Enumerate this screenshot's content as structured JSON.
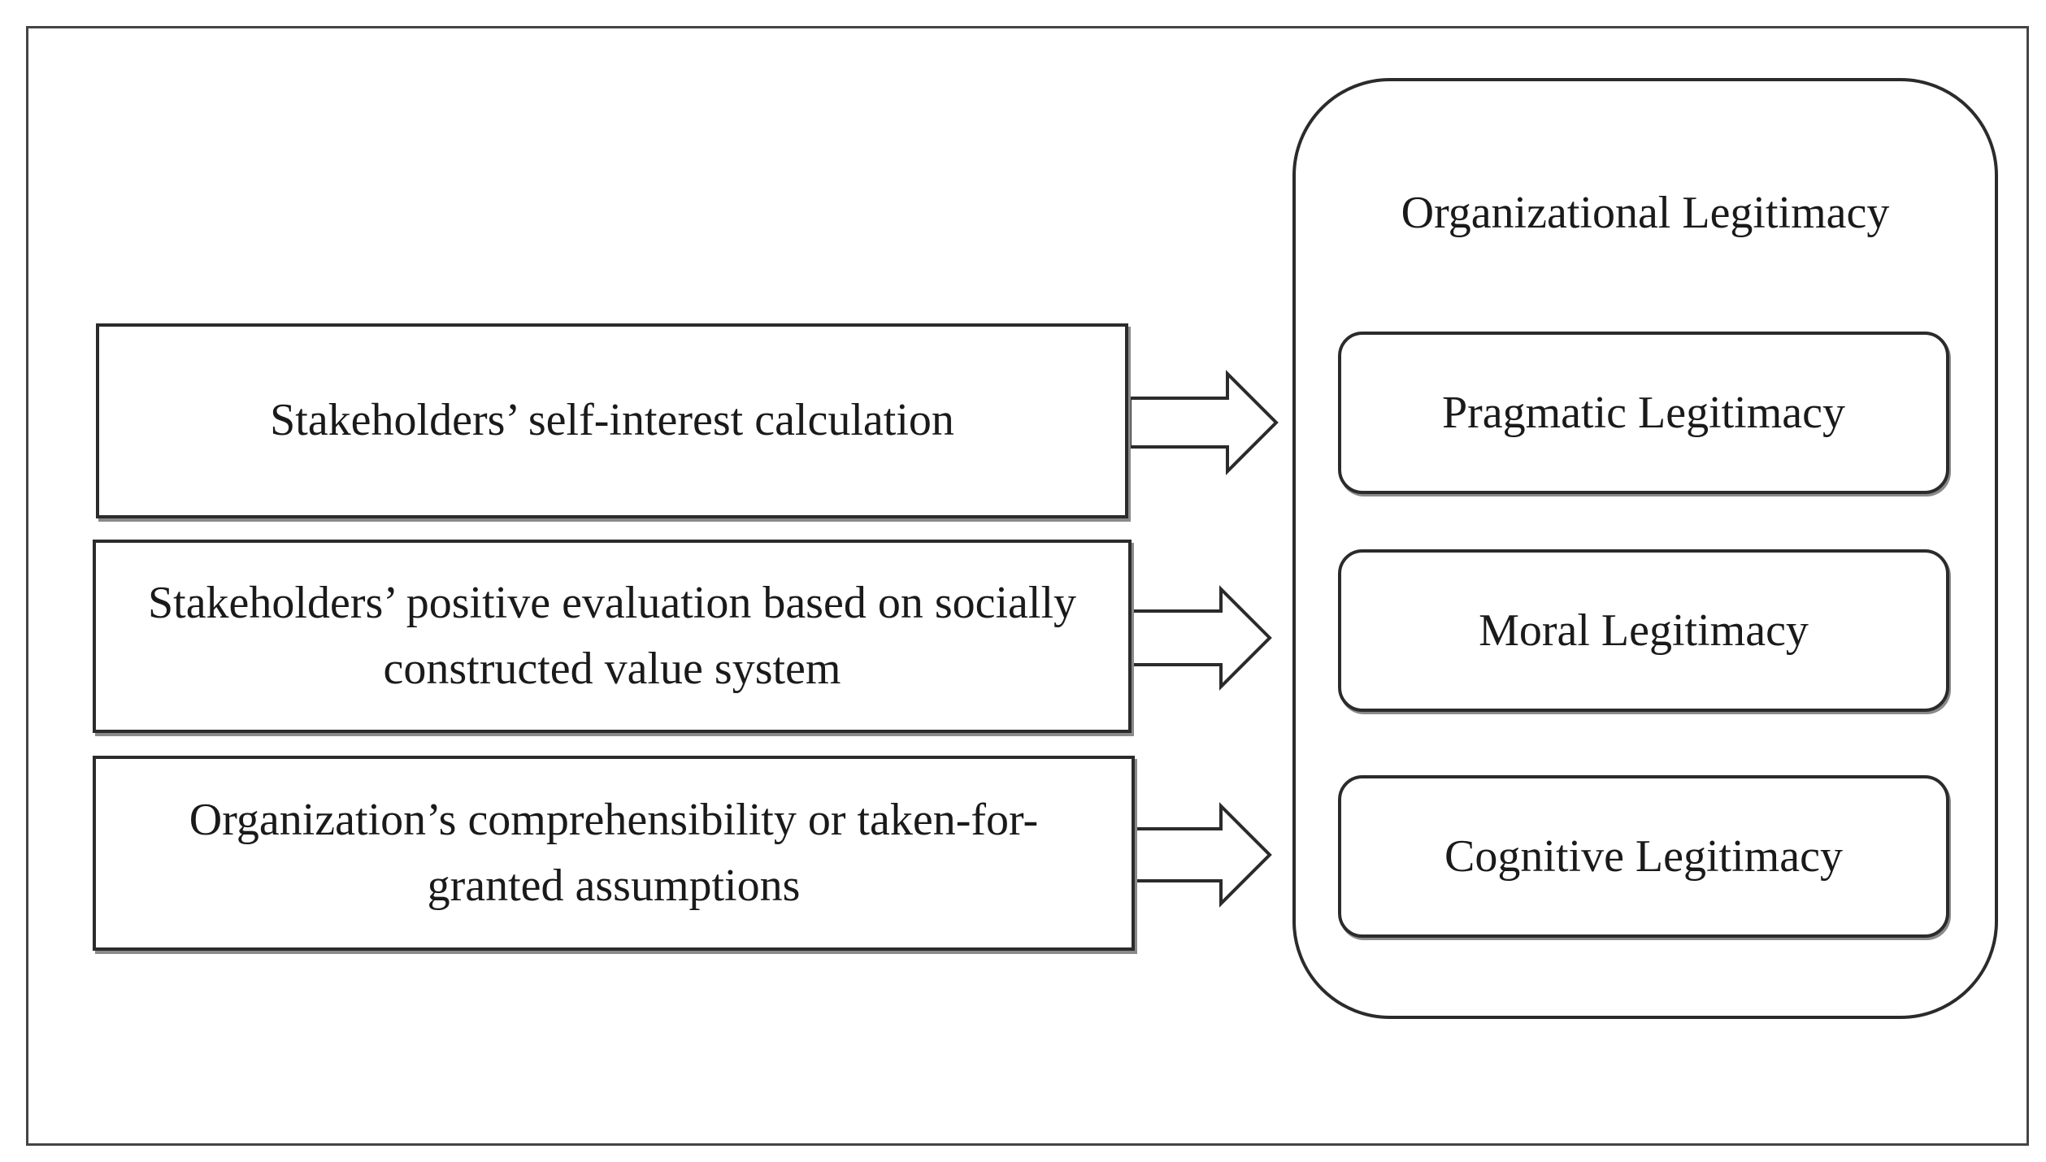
{
  "causes": [
    {
      "text": "Stakeholders’ self-interest calculation"
    },
    {
      "text": "Stakeholders’ positive evaluation based on socially constructed value system"
    },
    {
      "text": "Organization’s comprehensibility or taken-for-granted assumptions"
    }
  ],
  "container": {
    "title": "Organizational Legitimacy"
  },
  "types": [
    {
      "label": "Pragmatic Legitimacy"
    },
    {
      "label": "Moral Legitimacy"
    },
    {
      "label": "Cognitive Legitimacy"
    }
  ]
}
